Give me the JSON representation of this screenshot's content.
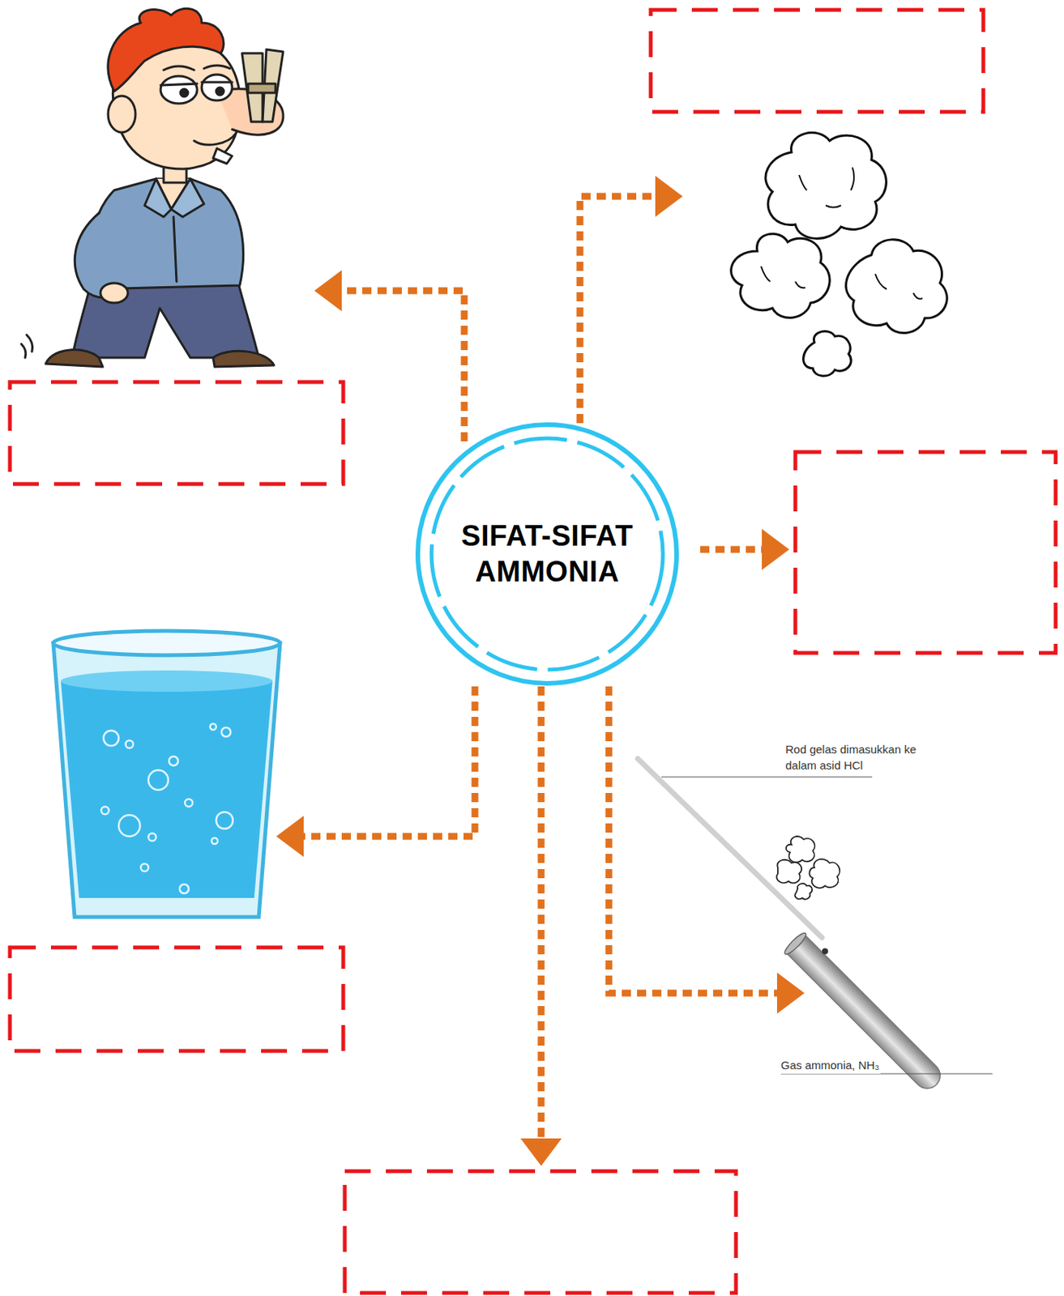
{
  "diagram": {
    "nodes": [
      {
        "text": [
          "SIFAT-SIFAT AMMONIA"
        ]
      }
    ],
    "labels": [
      "Rod gelas dimasukkan ke dalam asid HCl",
      "Gas ammonia, NH₃"
    ]
  }
}
